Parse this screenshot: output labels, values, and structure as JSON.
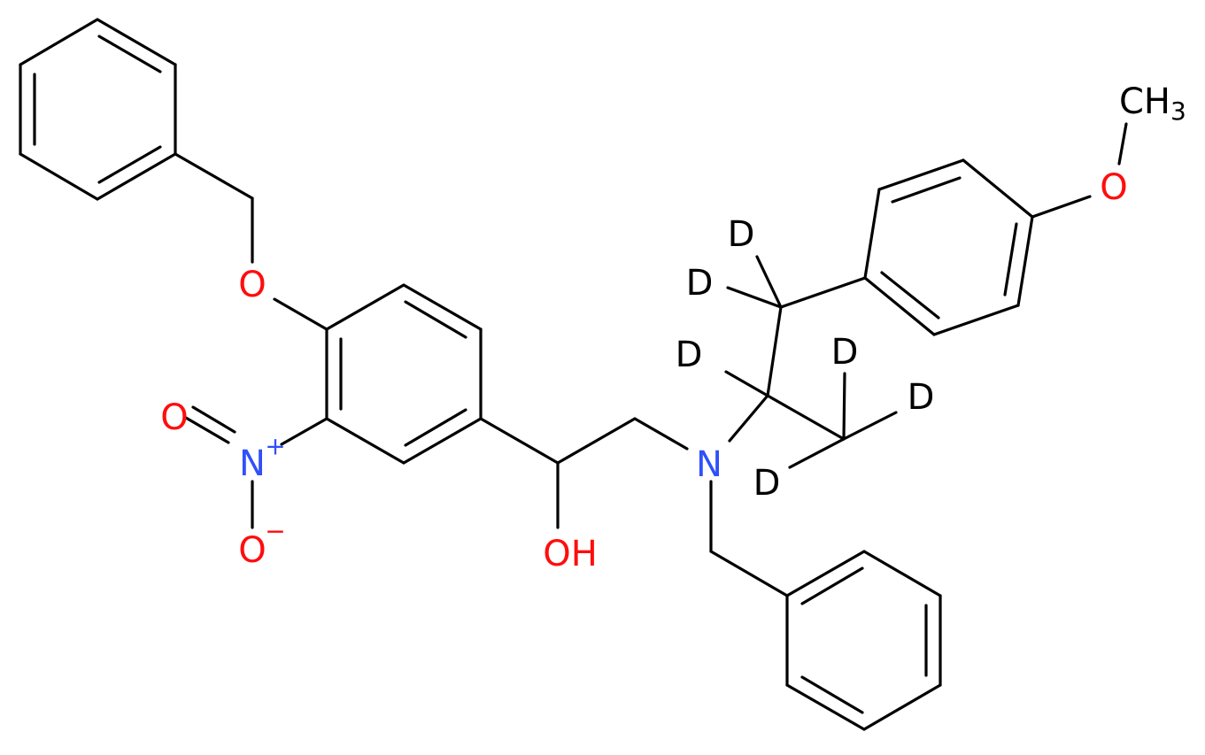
{
  "molecule": {
    "atoms": {
      "methoxy_o": "O",
      "methyl": "CH",
      "methyl_sub": "3",
      "ether_o": "O",
      "nitro_n": "N",
      "nitro_n_charge": "+",
      "nitro_o_top": "O",
      "nitro_o_bottom": "O",
      "nitro_o_charge": "−",
      "hydroxyl": "OH",
      "amine_n": "N",
      "deuterium_1": "D",
      "deuterium_2": "D",
      "deuterium_3": "D",
      "deuterium_4": "D",
      "deuterium_5": "D",
      "deuterium_6": "D"
    }
  }
}
